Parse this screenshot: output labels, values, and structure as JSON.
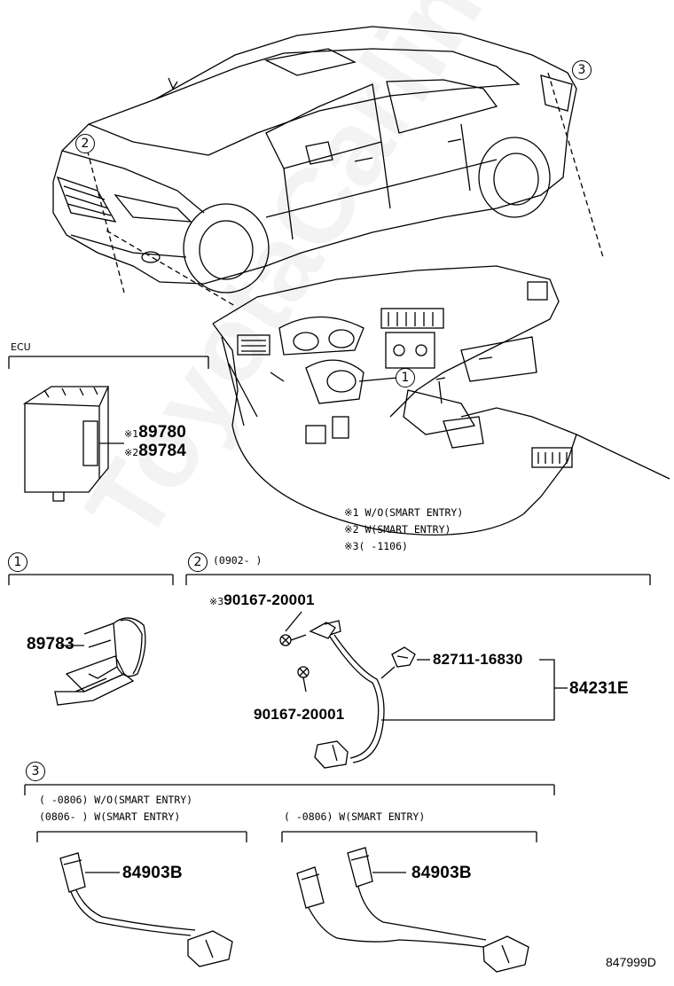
{
  "watermark": "ToyotaCarline.ru",
  "diagram_id": "847999D",
  "ecu": {
    "header": "ECU",
    "parts": [
      {
        "mark": "※1",
        "number": "89780"
      },
      {
        "mark": "※2",
        "number": "89784"
      }
    ]
  },
  "notes": [
    "※1 W/O(SMART ENTRY)",
    "※2 W(SMART ENTRY)",
    "※3(     -1106)"
  ],
  "callouts": {
    "one": "1",
    "two": "2",
    "three": "3"
  },
  "section1": {
    "number": "1",
    "part": "89783"
  },
  "section2": {
    "number": "2",
    "range": "(0902-      )",
    "bolt_top": {
      "mark": "※3",
      "number": "90167-20001"
    },
    "bolt_bottom": "90167-20001",
    "clip": "82711-16830",
    "assembly": "84231E"
  },
  "section3": {
    "number": "3",
    "cond_a": "(     -0806) W/O(SMART ENTRY)",
    "cond_b": "(0806-     ) W(SMART ENTRY)",
    "cond_c": "(     -0806) W(SMART ENTRY)",
    "part_left": "84903B",
    "part_right": "84903B"
  },
  "colors": {
    "line": "#000000",
    "watermark": "#c8c8c8"
  }
}
